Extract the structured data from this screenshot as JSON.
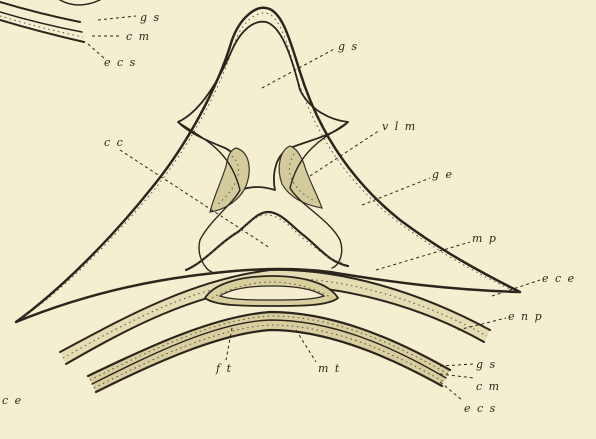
{
  "figure": {
    "background_color": "#f5efd2",
    "tissue_fill": "#e3dbb5",
    "ink_color": "#2a251c",
    "labels": {
      "gs_top": "g s",
      "cm_top": "c m",
      "ecs_top": "e c s",
      "gs_main": "g s",
      "vlm": "v l m",
      "cc": "c c",
      "ge": "g e",
      "mp": "m p",
      "ece": "e c e",
      "enp": "e n p",
      "ft": "f t",
      "mt": "m t",
      "gs_bottom": "g s",
      "cm_bottom": "c m",
      "ecs_bottom": "e c s",
      "ce_left": "c e"
    }
  }
}
